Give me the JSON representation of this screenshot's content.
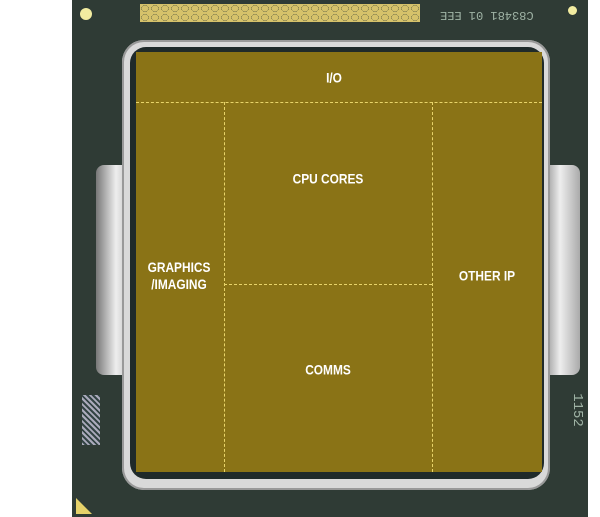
{
  "chip_markings": {
    "top_code": "C83481 01 EEE",
    "side_code": "1152"
  },
  "blocks": {
    "io": "I/O",
    "cpu_cores": "CPU CORES",
    "graphics": "GRAPHICS\n/IMAGING",
    "other_ip": "OTHER IP",
    "comms": "COMMS"
  },
  "colors": {
    "die": "#8a7316",
    "pcb": "#2f3b35",
    "divider": "#e8d46a"
  }
}
